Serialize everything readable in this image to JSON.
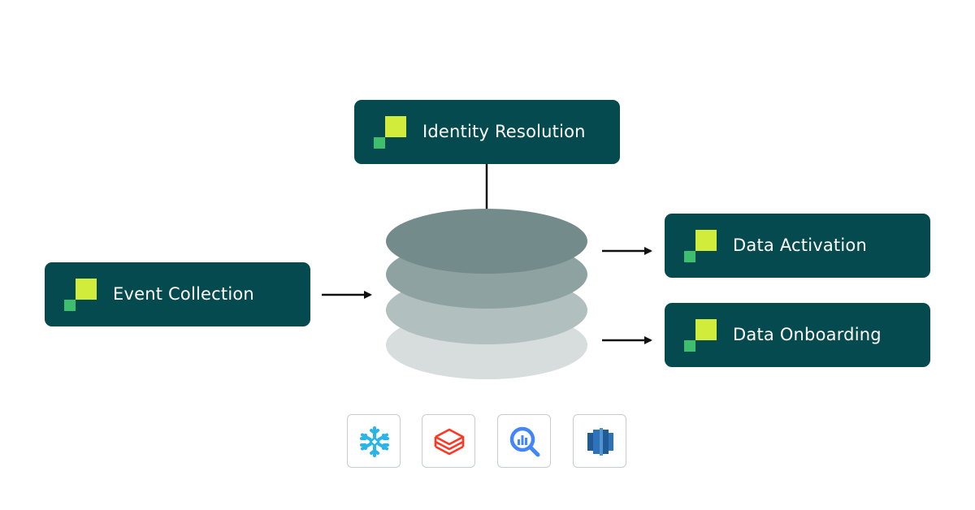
{
  "cards": {
    "identity": {
      "label": "Identity Resolution",
      "icon": "brand-squares-icon"
    },
    "event": {
      "label": "Event Collection",
      "icon": "brand-squares-icon"
    },
    "activation": {
      "label": "Data Activation",
      "icon": "brand-squares-icon"
    },
    "onboarding": {
      "label": "Data Onboarding",
      "icon": "brand-squares-icon"
    }
  },
  "warehouse": {
    "icon": "database-stack-icon",
    "layer_colors": [
      "#738b8a",
      "#8fa2a2",
      "#b2bfbf",
      "#d7dddd"
    ]
  },
  "integrations": [
    {
      "icon": "snowflake-icon",
      "color": "#29b5e8"
    },
    {
      "icon": "databricks-icon",
      "color": "#ff3621"
    },
    {
      "icon": "bigquery-icon",
      "color": "#4386fa"
    },
    {
      "icon": "redshift-icon",
      "color": "#205b98"
    }
  ],
  "colors": {
    "card_background": "#054a4f",
    "card_text": "#ffffff",
    "logo_large": "#d1ec3b",
    "logo_small": "#3fbf6e",
    "arrow": "#111111"
  }
}
